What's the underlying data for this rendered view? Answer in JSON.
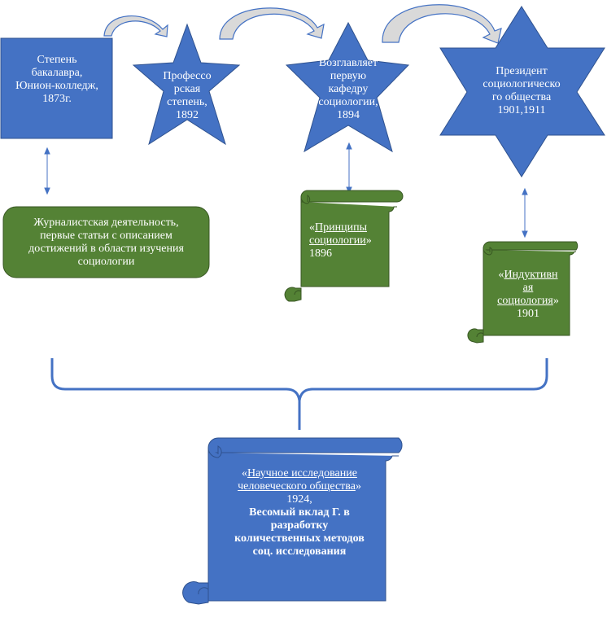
{
  "colors": {
    "blue_fill": "#4472c4",
    "blue_stroke": "#2f528f",
    "green_fill": "#548235",
    "green_stroke": "#385723",
    "arrow_fill": "#d9d9d9",
    "arrow_stroke": "#4472c4",
    "connector": "#4472c4",
    "text": "#ffffff"
  },
  "nodes": {
    "bachelor": {
      "text": "Степень\nбакалавра,\nЮнион-колледж,\n1873г."
    },
    "professor": {
      "text": "Профессо\nрская\nстепень,\n1892"
    },
    "department": {
      "text": "Возглавляет\nпервую\nкафедру\nсоциологии,\n1894"
    },
    "president": {
      "text": "Президент\nсоциологическо\nго общества\n1901,1911"
    },
    "journalism": {
      "text": "Журналистская деятельность,\nпервые статьи с описанием\nдостижений в области изучения\nсоциологии"
    },
    "principles": {
      "quote_open": "«",
      "title": "Принципы\nсоциологии",
      "quote_close": "»",
      "year": "1896"
    },
    "inductive": {
      "quote_open": "«",
      "title": "Индуктивн\nая\nсоциология",
      "quote_close": "»",
      "year": "1901"
    },
    "research": {
      "quote_open": "«",
      "title": "Научное исследование\nчеловеческого общества",
      "quote_close": "»",
      "year": "1924,",
      "contribution": "Весомый вклад Г. в\nразработку\nколичественных методов\nсоц. исследования"
    }
  }
}
